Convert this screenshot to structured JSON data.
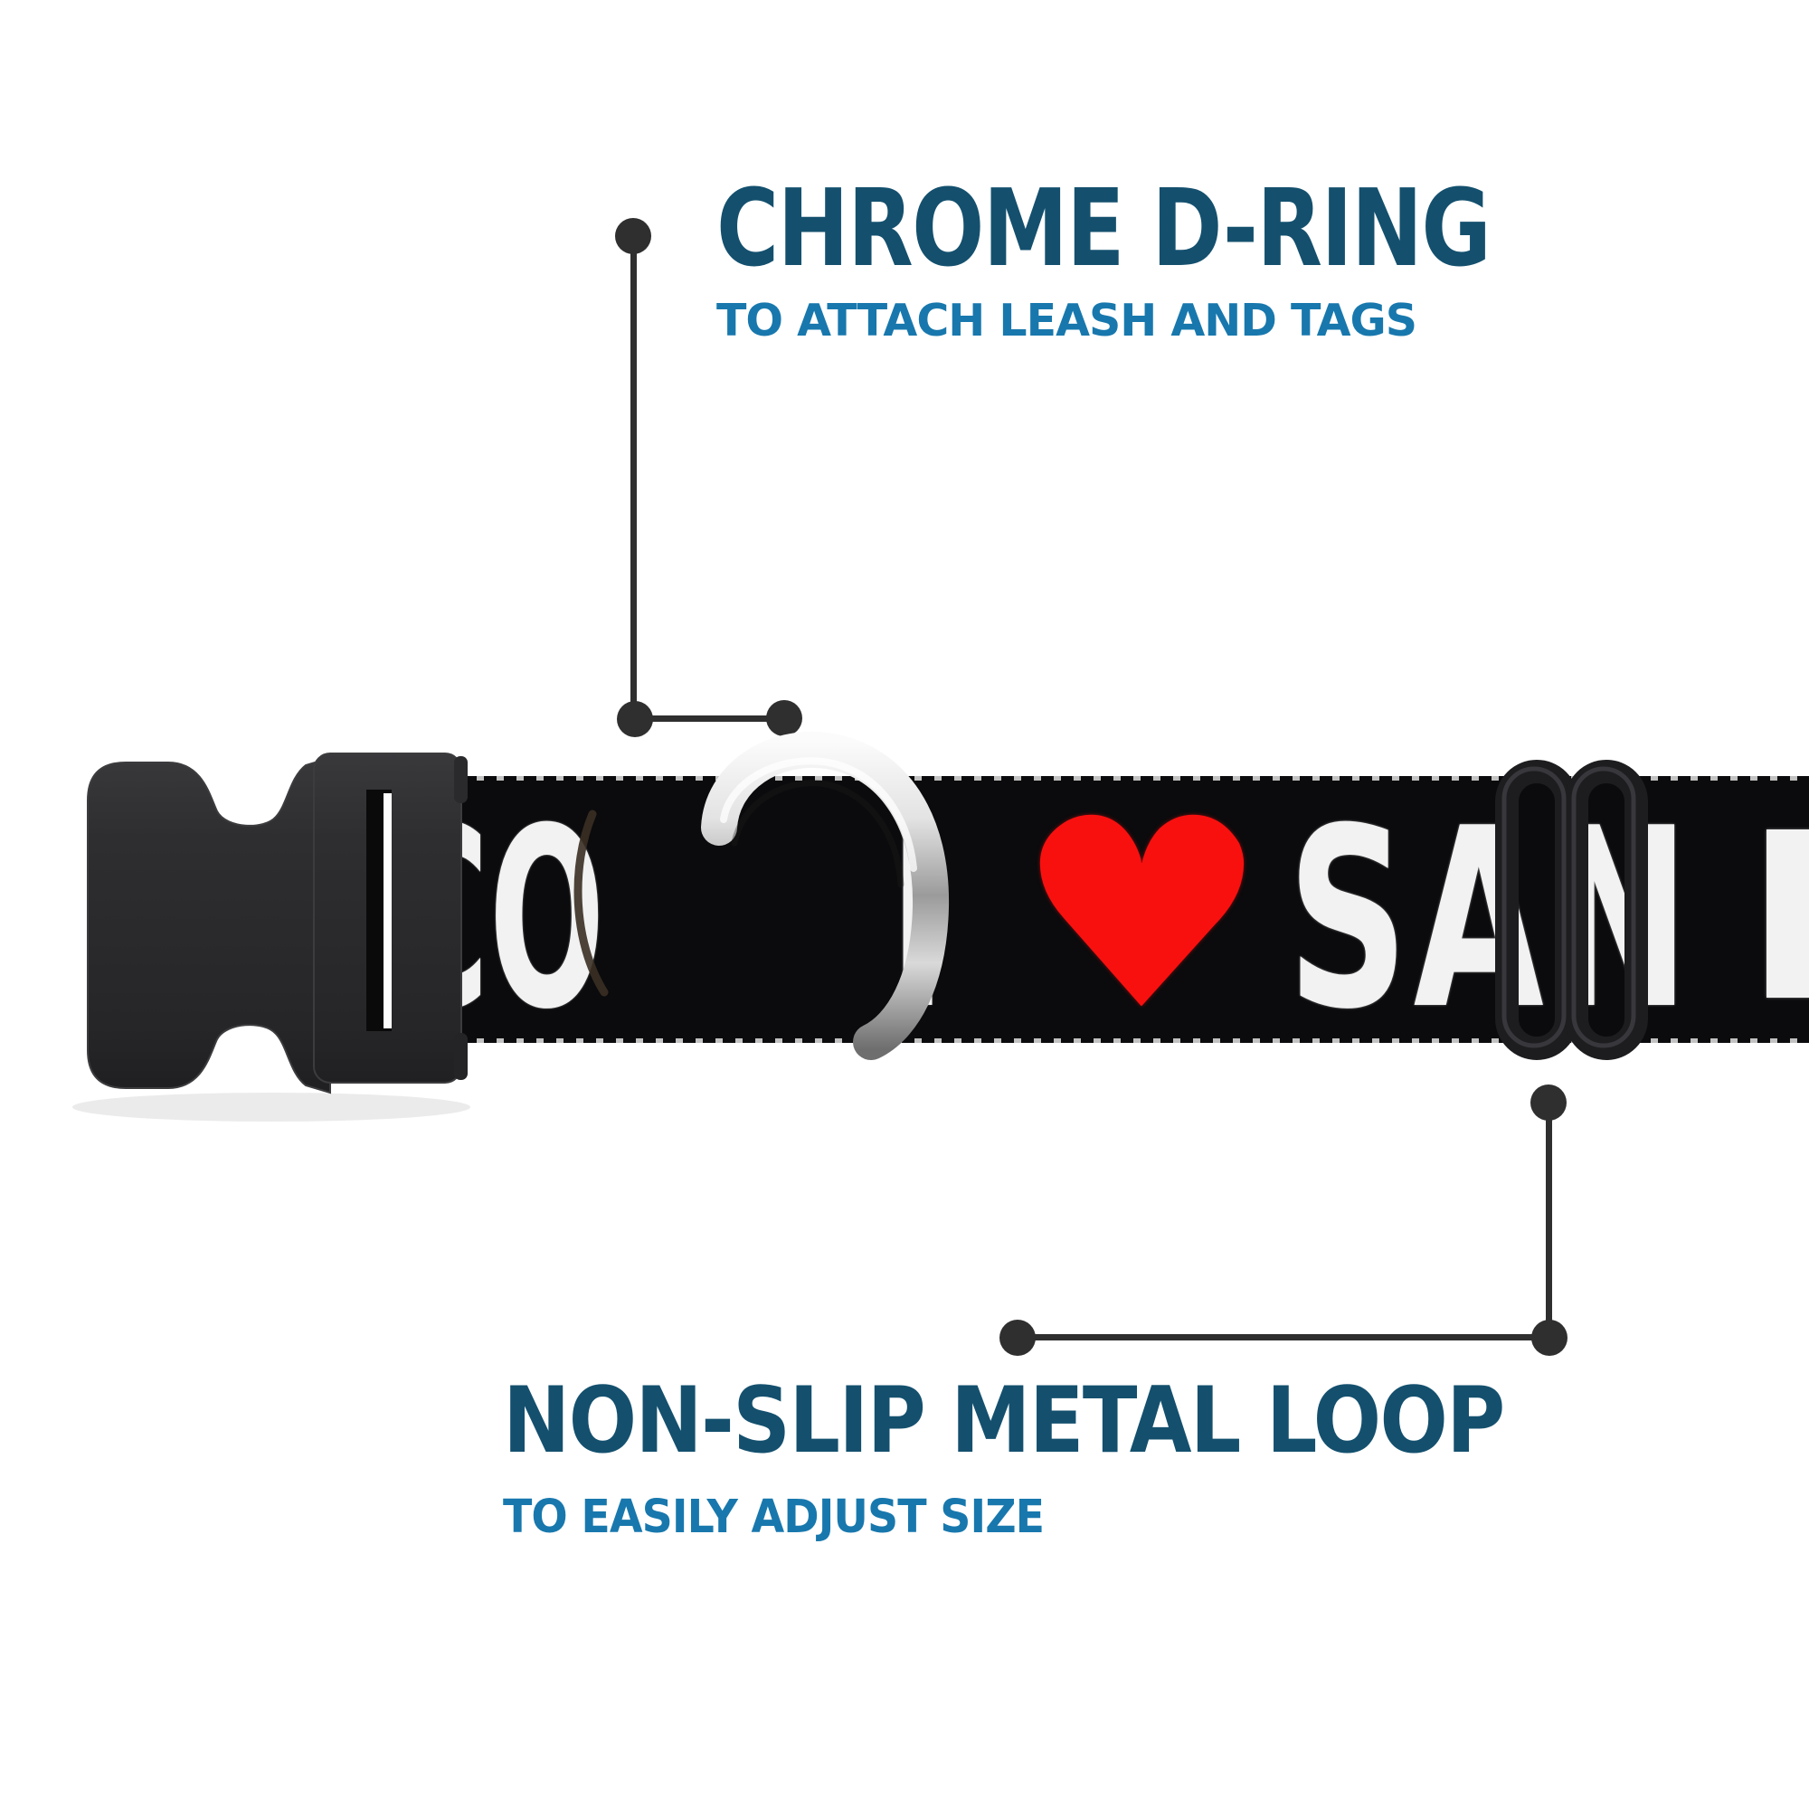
{
  "colors": {
    "bg": "#ffffff",
    "accent-dark": "#14506e",
    "accent-light": "#1878ad",
    "callout": "#2f2f30",
    "strap": "#0b0b0d",
    "letter": "#f2f2f2",
    "heart": "#f8100f",
    "plastic": "#2c2c2e",
    "slider": "#1d1d1f",
    "chrome-light": "#f4f4f4",
    "chrome-dark": "#6e6e6e"
  },
  "callouts": {
    "dring": {
      "title": "CHROME D-RING",
      "subtitle": "TO ATTACH LEASH AND TAGS"
    },
    "loop": {
      "title": "NON-SLIP METAL LOOP",
      "subtitle": "TO EASILY ADJUST SIZE"
    }
  },
  "strap_print": {
    "fragment_left": "CO",
    "fragment_i": "I",
    "heart_glyph": "♥",
    "fragment_san": "SAN"
  }
}
